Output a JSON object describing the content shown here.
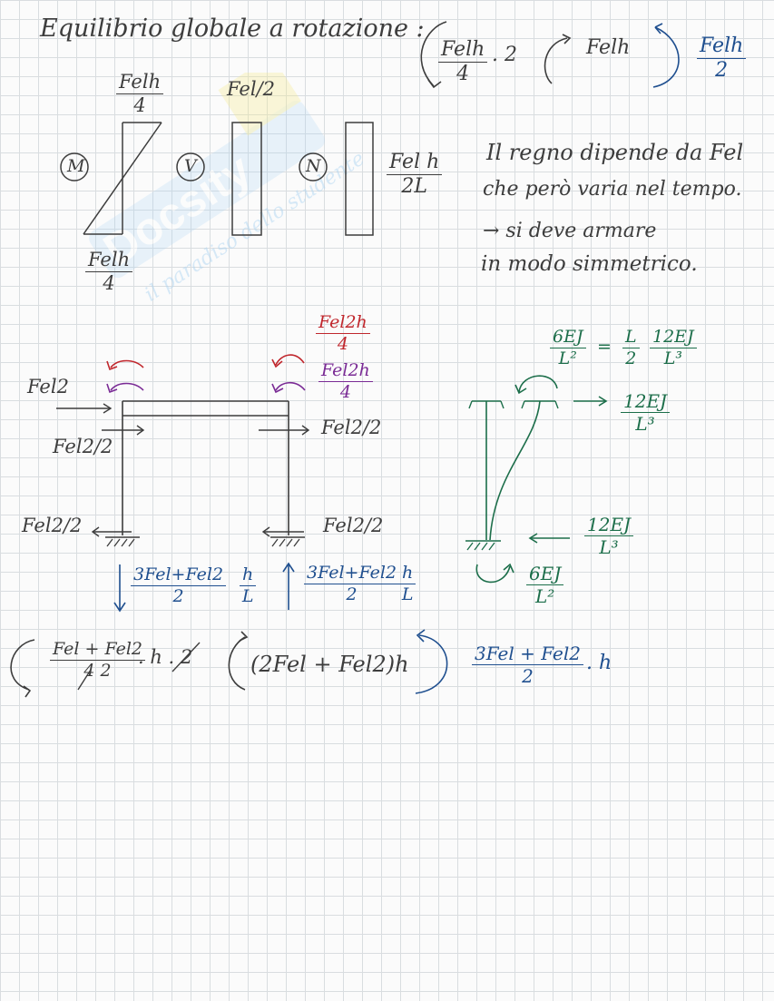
{
  "title": "Equilibrio globale a rotazione :",
  "top_formula": {
    "left_num": "Felh",
    "left_den": "4",
    "left_times": ". 2",
    "mid": "Felh",
    "right_num": "Felh",
    "right_den": "2"
  },
  "diagrams": {
    "m_label": "M",
    "v_label": "V",
    "n_label": "N",
    "m_top_num": "Felh",
    "m_top_den": "4",
    "m_bot_num": "Felh",
    "m_bot_den": "4",
    "v_top": "Fel/2",
    "n_num": "Fel h",
    "n_den": "2L"
  },
  "note": {
    "line1": "Il regno dipende da Fel",
    "line2": "che però varia nel tempo.",
    "line3": "→ si deve armare",
    "line4": "in modo simmetrico."
  },
  "frame": {
    "red_num": "Fel2h",
    "red_den": "4",
    "purple_num": "Fel2h",
    "purple_den": "4",
    "force_left": "Fel2",
    "force_left_half": "Fel2/2",
    "force_right_half": "Fel2/2",
    "support_left": "Fel2/2",
    "support_right": "Fel2/2",
    "react_left_num": "3Fel+Fel2",
    "react_left_den": "2",
    "react_left_h": "h",
    "react_left_L": "L",
    "react_right_num": "3Fel+Fel2",
    "react_right_den": "2",
    "react_right_h": "h",
    "react_right_L": "L"
  },
  "column": {
    "top_a_num": "6EJ",
    "top_a_den": "L²",
    "eq": "=",
    "top_b_num": "L",
    "top_b_den": "2",
    "top_c_num": "12EJ",
    "top_c_den": "L³",
    "right_num": "12EJ",
    "right_den": "L³",
    "bottom_force_num": "12EJ",
    "bottom_force_den": "L³",
    "bottom_moment_num": "6EJ",
    "bottom_moment_den": "L²"
  },
  "bottom_formula": {
    "left_num": "Fel + Fel2",
    "left_den": "4 2",
    "left_tail": ". h . 2",
    "mid": "(2Fel + Fel2)h",
    "right_num": "3Fel + Fel2",
    "right_den": "2",
    "right_tail": ". h"
  },
  "watermark": {
    "brand": "Docsity",
    "tagline": "il paradiso dello studente"
  },
  "colors": {
    "ink": "#3d3d3d",
    "blue": "#1f4f8f",
    "red": "#c0272d",
    "purple": "#7a2b95",
    "green": "#1c6e4a",
    "grid": "#d9dde0"
  }
}
